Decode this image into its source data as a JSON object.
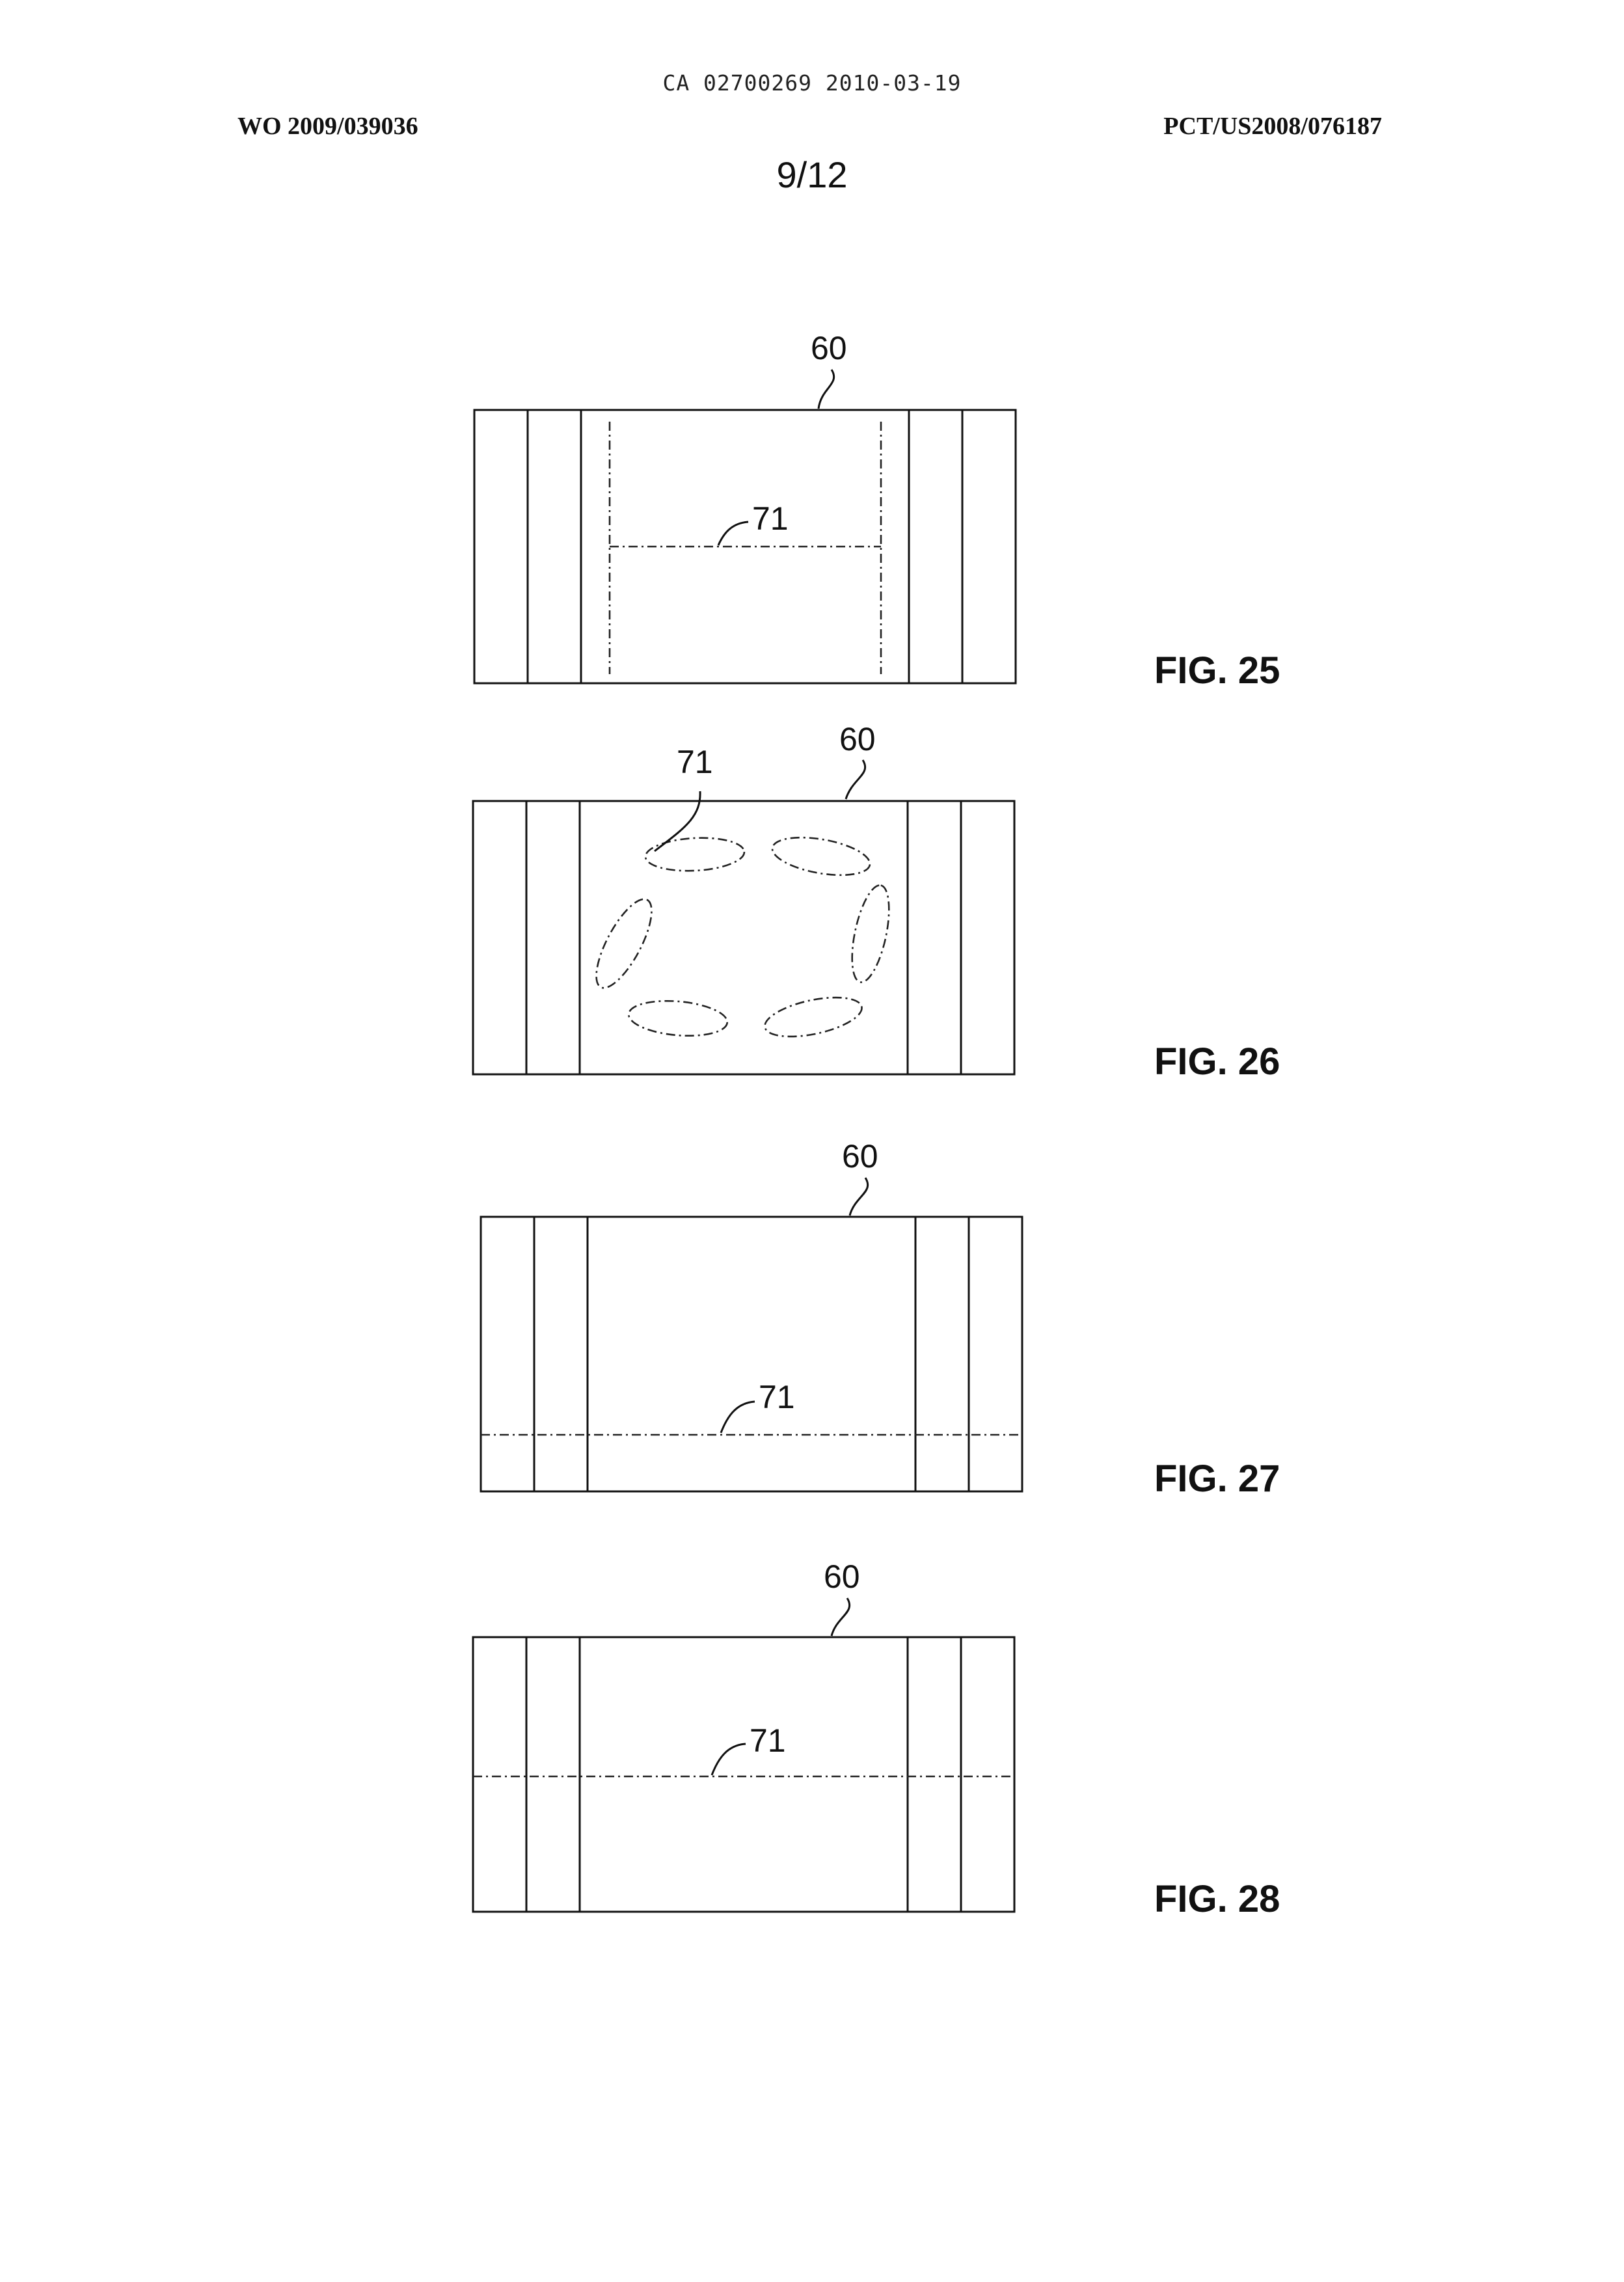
{
  "header": {
    "doc_id": "CA 02700269 2010-03-19",
    "left": "WO 2009/039036",
    "right": "PCT/US2008/076187",
    "page": "9/12"
  },
  "figures": [
    {
      "label": "FIG. 25",
      "refs": {
        "a": "60",
        "b": "71"
      }
    },
    {
      "label": "FIG. 26",
      "refs": {
        "a": "60",
        "b": "71"
      }
    },
    {
      "label": "FIG. 27",
      "refs": {
        "a": "60",
        "b": "71"
      }
    },
    {
      "label": "FIG. 28",
      "refs": {
        "a": "60",
        "b": "71"
      }
    }
  ]
}
